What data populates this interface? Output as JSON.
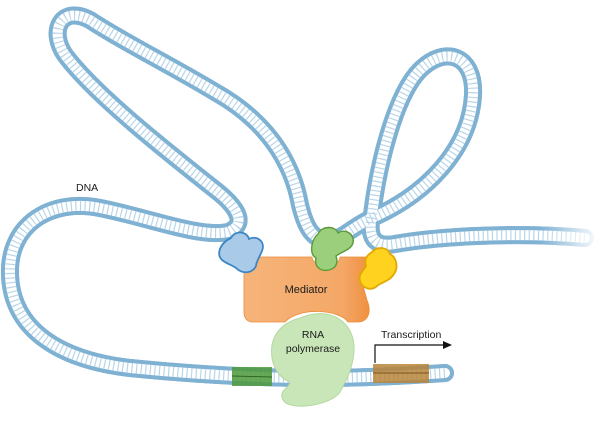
{
  "labels": {
    "dna": "DNA",
    "mediator": "Mediator",
    "rna_polymerase_line1": "RNA",
    "rna_polymerase_line2": "polymerase",
    "transcription": "Transcription"
  },
  "colors": {
    "dna_outer": "#7fb1d3",
    "dna_inner": "#ffffff",
    "dna_rungs": "#7fb1d3",
    "mediator": "#f4a867",
    "mediator_edge": "#ee8c3a",
    "rna_polymerase": "#c9e6b8",
    "blue_activator": "#a9cbe9",
    "blue_activator_edge": "#3d86c4",
    "green_activator": "#9ccf7b",
    "green_activator_edge": "#5c9a3a",
    "yellow_activator": "#ffd21f",
    "yellow_activator_edge": "#e0a800",
    "enhancer_site": "#4e9a3c",
    "promoter_site": "#b7853a",
    "arrow": "#111111"
  },
  "icons": {
    "transcription_arrow": "arrow-right-icon"
  }
}
